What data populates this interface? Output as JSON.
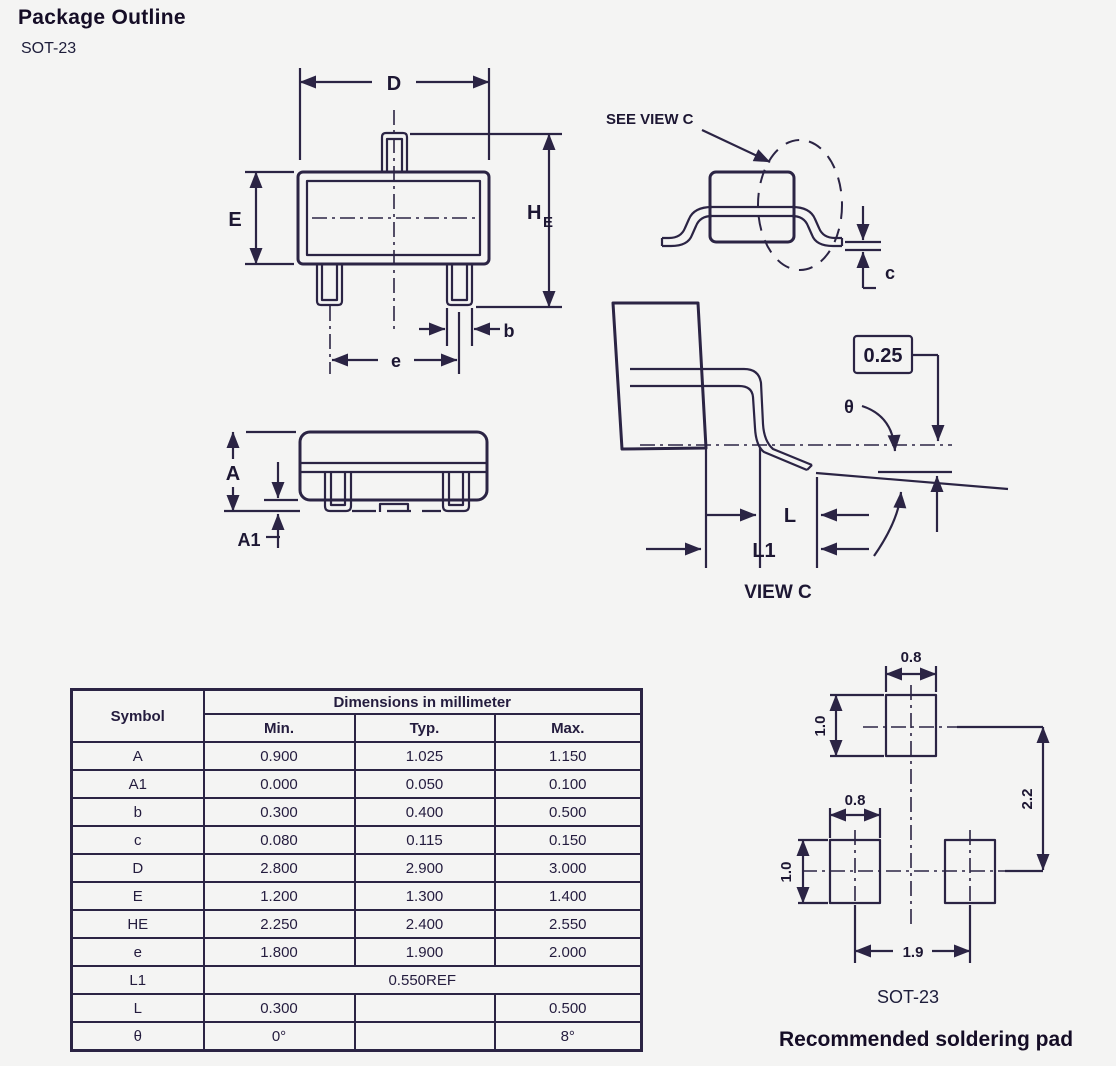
{
  "page": {
    "title": "Package Outline",
    "subtitle": "SOT-23"
  },
  "top_view": {
    "dim_d": "D",
    "dim_e_body": "E",
    "dim_he_main": "H",
    "dim_he_sub": "E",
    "dim_b": "b",
    "dim_e_pitch": "e"
  },
  "side_view": {
    "dim_a": "A",
    "dim_a1": "A1"
  },
  "front_view": {
    "callout": "SEE VIEW C",
    "dim_c": "c"
  },
  "view_c": {
    "box_value": "0.25",
    "dim_theta": "θ",
    "dim_l": "L",
    "dim_l1": "L1",
    "caption": "VIEW C"
  },
  "solder_pad": {
    "dim_top_pad_width": "0.8",
    "dim_top_pad_height": "1.0",
    "dim_bottom_pad_width": "0.8",
    "dim_bottom_pad_height": "1.0",
    "dim_pitch_vertical": "2.2",
    "dim_pitch_horizontal": "1.9",
    "package_name": "SOT-23",
    "caption": "Recommended soldering pad"
  },
  "table": {
    "symbol_header": "Symbol",
    "group_header": "Dimensions in millimeter",
    "columns": [
      "Min.",
      "Typ.",
      "Max."
    ],
    "rows": [
      {
        "symbol": "A",
        "min": "0.900",
        "typ": "1.025",
        "max": "1.150"
      },
      {
        "symbol": "A1",
        "min": "0.000",
        "typ": "0.050",
        "max": "0.100"
      },
      {
        "symbol": "b",
        "min": "0.300",
        "typ": "0.400",
        "max": "0.500"
      },
      {
        "symbol": "c",
        "min": "0.080",
        "typ": "0.115",
        "max": "0.150"
      },
      {
        "symbol": "D",
        "min": "2.800",
        "typ": "2.900",
        "max": "3.000"
      },
      {
        "symbol": "E",
        "min": "1.200",
        "typ": "1.300",
        "max": "1.400"
      },
      {
        "symbol": "HE",
        "min": "2.250",
        "typ": "2.400",
        "max": "2.550"
      },
      {
        "symbol": "e",
        "min": "1.800",
        "typ": "1.900",
        "max": "2.000"
      },
      {
        "symbol": "L1",
        "span": "0.550REF"
      },
      {
        "symbol": "L",
        "min": "0.300",
        "typ": "",
        "max": "0.500"
      },
      {
        "symbol": "θ",
        "min": "0°",
        "typ": "",
        "max": "8°"
      }
    ]
  },
  "colors": {
    "line": "#2b2444",
    "text": "#1d1733",
    "background": "#f4f4f3"
  }
}
